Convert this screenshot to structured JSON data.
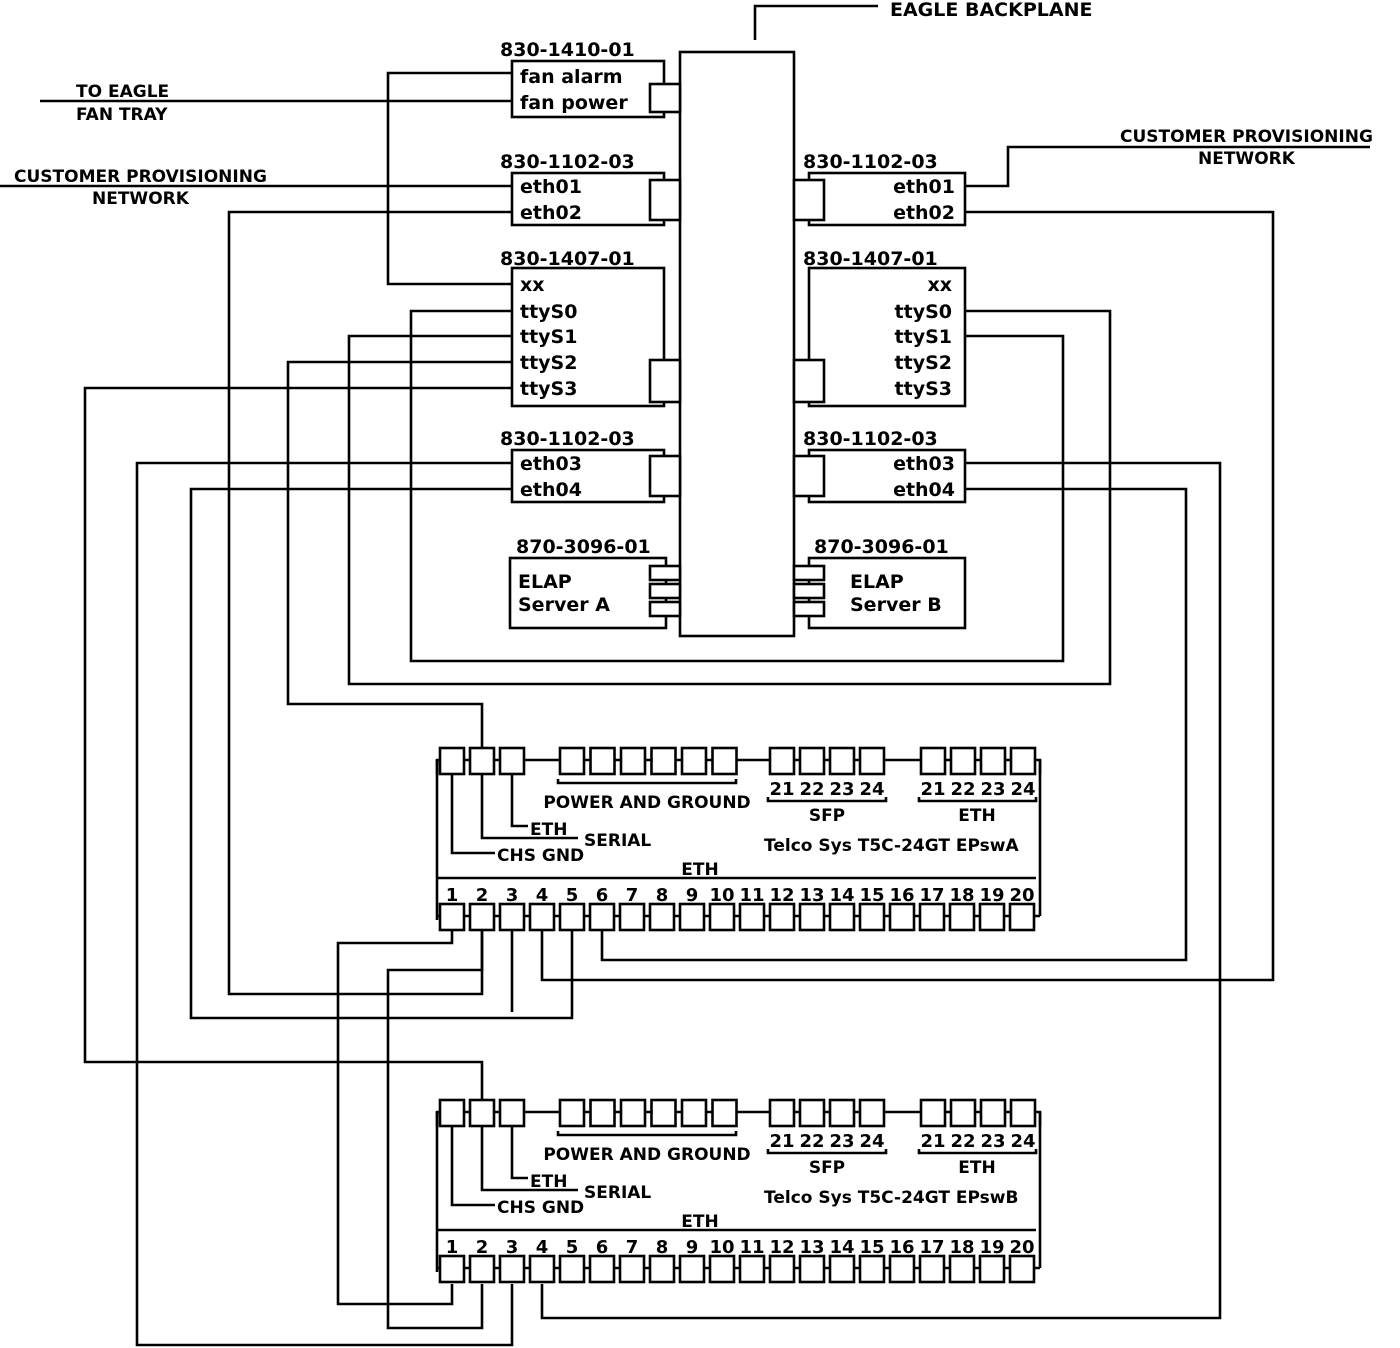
{
  "backplane": {
    "label": "EAGLE BACKPLANE"
  },
  "external": {
    "fan_tray": [
      "TO EAGLE",
      "FAN TRAY"
    ],
    "cust_left": [
      "CUSTOMER PROVISIONING",
      "NETWORK"
    ],
    "cust_right": [
      "CUSTOMER PROVISIONING",
      "NETWORK"
    ]
  },
  "left_cards": {
    "fan": {
      "part": "830-1410-01",
      "ports": [
        "fan alarm",
        "fan power"
      ]
    },
    "eth_a": {
      "part": "830-1102-03",
      "ports": [
        "eth01",
        "eth02"
      ]
    },
    "serial": {
      "part": "830-1407-01",
      "ports": [
        "xx",
        "ttyS0",
        "ttyS1",
        "ttyS2",
        "ttyS3"
      ]
    },
    "eth_b": {
      "part": "830-1102-03",
      "ports": [
        "eth03",
        "eth04"
      ]
    },
    "server": {
      "part": "870-3096-01",
      "lines": [
        "ELAP",
        "Server A"
      ]
    }
  },
  "right_cards": {
    "eth_a": {
      "part": "830-1102-03",
      "ports": [
        "eth01",
        "eth02"
      ]
    },
    "serial": {
      "part": "830-1407-01",
      "ports": [
        "xx",
        "ttyS0",
        "ttyS1",
        "ttyS2",
        "ttyS3"
      ]
    },
    "eth_b": {
      "part": "830-1102-03",
      "ports": [
        "eth03",
        "eth04"
      ]
    },
    "server": {
      "part": "870-3096-01",
      "lines": [
        "ELAP",
        "Server B"
      ]
    }
  },
  "switches": [
    {
      "id": "a",
      "name": "Telco Sys T5C-24GT EPswA",
      "power_label": "POWER AND GROUND",
      "sfp_label": "SFP",
      "eth_top_label": "ETH",
      "eth_label": "ETH",
      "serial_label": "SERIAL",
      "chs_label": "CHS GND",
      "eth_small_label": "ETH",
      "top_numbers": [
        "21",
        "22",
        "23",
        "24"
      ],
      "bottom_numbers": [
        "1",
        "2",
        "3",
        "4",
        "5",
        "6",
        "7",
        "8",
        "9",
        "10",
        "11",
        "12",
        "13",
        "14",
        "15",
        "16",
        "17",
        "18",
        "19",
        "20"
      ]
    },
    {
      "id": "b",
      "name": "Telco Sys T5C-24GT EPswB",
      "power_label": "POWER AND GROUND",
      "sfp_label": "SFP",
      "eth_top_label": "ETH",
      "eth_label": "ETH",
      "serial_label": "SERIAL",
      "chs_label": "CHS GND",
      "eth_small_label": "ETH",
      "top_numbers": [
        "21",
        "22",
        "23",
        "24"
      ],
      "bottom_numbers": [
        "1",
        "2",
        "3",
        "4",
        "5",
        "6",
        "7",
        "8",
        "9",
        "10",
        "11",
        "12",
        "13",
        "14",
        "15",
        "16",
        "17",
        "18",
        "19",
        "20"
      ]
    }
  ]
}
